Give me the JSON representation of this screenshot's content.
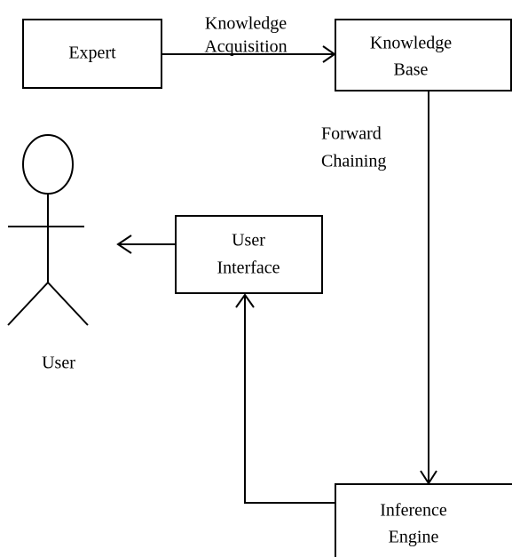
{
  "diagram": {
    "nodes": {
      "expert": {
        "label": "Expert"
      },
      "knowledge_base": {
        "lines": [
          "Knowledge",
          "Base"
        ]
      },
      "user_interface": {
        "lines": [
          "User",
          "Interface"
        ]
      },
      "inference_engine": {
        "lines": [
          "Inference",
          "Engine"
        ]
      },
      "user": {
        "label": "User"
      }
    },
    "edges": {
      "knowledge_acquisition": {
        "lines": [
          "Knowledge",
          "Acquisition"
        ]
      },
      "forward_chaining": {
        "lines": [
          "Forward",
          "Chaining"
        ]
      }
    }
  },
  "colors": {
    "stroke": "#000000",
    "background": "#ffffff",
    "text": "#000000"
  }
}
